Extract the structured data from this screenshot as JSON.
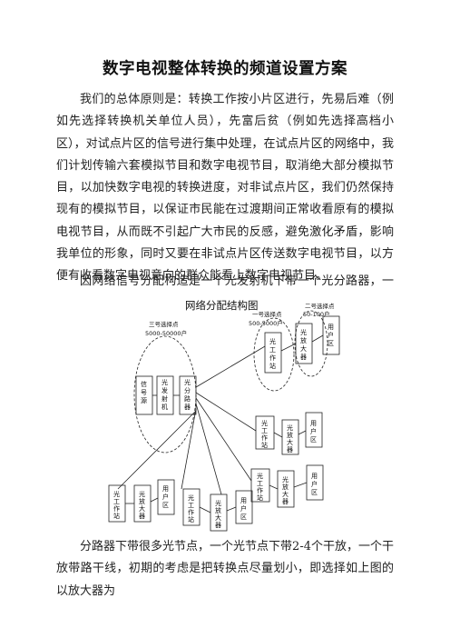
{
  "title": "数字电视整体转换的频道设置方案",
  "paragraph_1": "我们的总体原则是：转换工作按小片区进行，先易后难（例如先选择转换机关单位人员），先富后贫（例如先选择高档小区），对试点片区的信号进行集中处理，在试点片区的网络中，我们计划传输六套模拟节目和数字电视节目，取消绝大部分模拟节目，以加快数字电视的转换进度，对非试点片区，我们仍然保持现有的模拟节目，以保证市民能在过渡期间正常收看原有的模拟电视节目，从而既不引起广大市民的反感，避免激化矛盾，影响我单位的形象，同时又要在非试点片区传送数字电视节目，以方便有收看数字电视意向的群众能看上数字电视节目。",
  "paragraph_2": "因网络信号分配构造是一个光发射机下带一个光分路器，一个光",
  "paragraph_3": "分路器下带很多光节点，一个光节点下带2-4个干放，一个干放带路干线，初期的考虑是把转换点尽量划小，即选择如上图的以放大器为",
  "diagram": {
    "title": "网络分配结构图",
    "selection_points": [
      {
        "name": "三号选择点",
        "range": "5000-50000户"
      },
      {
        "name": "一号选择点",
        "range": "500-5000户"
      },
      {
        "name": "二号选择点",
        "range": "50-100户"
      }
    ],
    "box_labels": {
      "signal_source": "信号源",
      "transmitter": "光发射机",
      "splitter": "光分路器",
      "workstation": "光工作站",
      "amplifier": "光放大器",
      "user_area": "用户区"
    }
  }
}
